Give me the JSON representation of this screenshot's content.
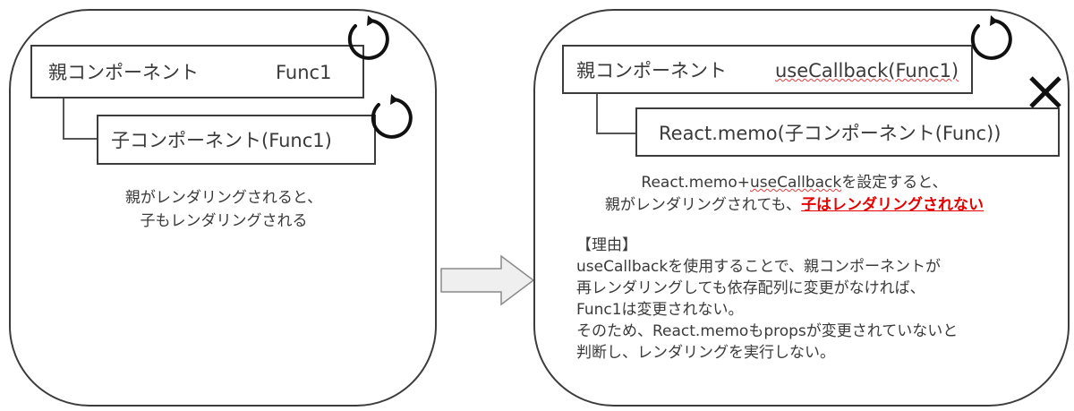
{
  "left_panel": {
    "parent_label": "親コンポーネント",
    "parent_func": "Func1",
    "child_label": "子コンポーネント(Func1)",
    "caption_line1": "親がレンダリングされると、",
    "caption_line2": "子もレンダリングされる"
  },
  "right_panel": {
    "parent_label": "親コンポーネント",
    "parent_func": "useCallback(Func1)",
    "child_label": "React.memo(子コンポーネント(Func))",
    "caption_line1_prefix": "React.memo+",
    "caption_line1_squiggle": "useCallback",
    "caption_line1_suffix": "を設定すると、",
    "caption_line2_prefix": "親がレンダリングされても、",
    "caption_line2_emph": "子はレンダリングされない",
    "reason_heading": "【理由】",
    "reason_lines": [
      "useCallbackを使用することで、親コンポーネントが",
      "再レンダリングしても依存配列に変更がなければ、",
      "Func1は変更されない。",
      "そのため、React.memoもpropsが変更されていないと",
      "判断し、レンダリングを実行しない。"
    ]
  },
  "icons": {
    "rerender": "circular-arrow-icon",
    "blocked": "cross-icon",
    "transition": "right-arrow-icon"
  },
  "colors": {
    "emphasis": "#e60000",
    "border": "#3c3c3c",
    "arrow_fill": "#efefef"
  }
}
